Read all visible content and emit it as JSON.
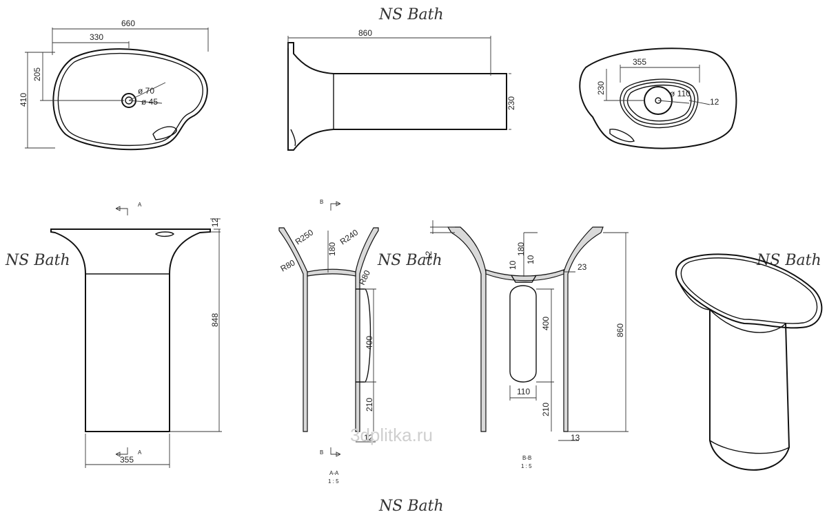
{
  "brand": "NS Bath",
  "watermark": "3dplitka.ru",
  "top_view_basin": {
    "width": "660",
    "half_width": "330",
    "depth": "410",
    "half_depth": "205",
    "drain_outer": "ø 70",
    "drain_inner": "ø 45"
  },
  "side_view_top": {
    "length": "860",
    "diameter": "230"
  },
  "bottom_view": {
    "width": "355",
    "half_height": "230",
    "drain": "ø 110",
    "wall": "12"
  },
  "front_view": {
    "thickness": "12",
    "height": "848",
    "base_width": "355",
    "section_mark": "A"
  },
  "section_aa": {
    "r1": "R250",
    "r2": "R240",
    "r3": "R80",
    "r4": "R80",
    "depth": "180",
    "opening": "400",
    "base": "210",
    "wall": "12",
    "section_mark": "B",
    "title": "A-A",
    "scale": "1 : 5"
  },
  "section_bb": {
    "top_thickness": "12",
    "depth": "180",
    "a10": "10",
    "b10": "10",
    "wall": "23",
    "opening": "400",
    "opening_width": "110",
    "base": "210",
    "bottom_wall": "13",
    "total_height": "860",
    "title": "B-B",
    "scale": "1 : 5"
  }
}
